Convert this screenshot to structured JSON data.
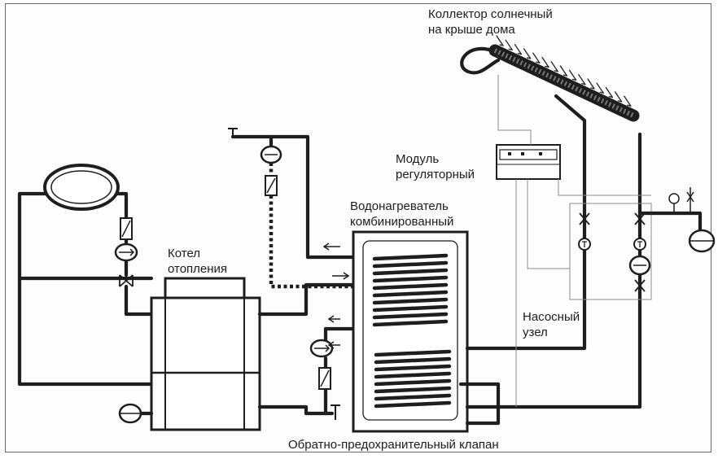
{
  "labels": {
    "collector": "Коллектор солнечный\nна крыше дома",
    "module": "Модуль\nрегуляторный",
    "heater": "Водонагреватель\nкомбинированный",
    "boiler": "Котел\nотопления",
    "pump_unit": "Насосный\nузел",
    "valve": "Обратно-предохранительный клапан"
  },
  "icons": [
    "radiator-icon",
    "solar-collector-icon",
    "boiler-icon",
    "water-heater-tank-icon",
    "controller-module-icon",
    "pump-icon",
    "valve-icon",
    "expansion-tank-icon",
    "flow-arrow-icon",
    "thermometer-icon"
  ],
  "colors": {
    "line": "#1e1e1e",
    "wire": "#8a8a8a",
    "frame": "#6a6a6a"
  }
}
